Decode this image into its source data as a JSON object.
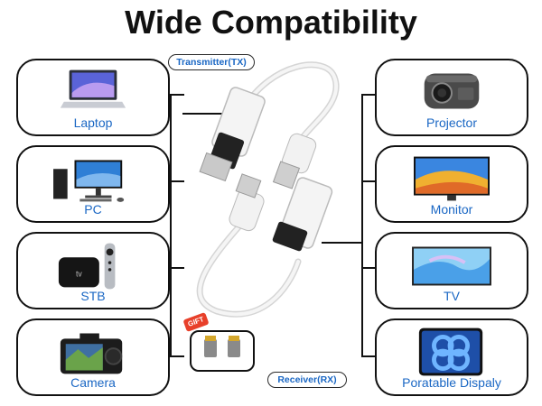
{
  "title": "Wide Compatibility",
  "labels": {
    "transmitter": "Transmitter(TX)",
    "receiver": "Receiver(RX)",
    "gift_badge": "GIFT"
  },
  "left_devices": [
    {
      "label": "Laptop",
      "icon": "laptop-icon"
    },
    {
      "label": "PC",
      "icon": "desktop-pc-icon"
    },
    {
      "label": "STB",
      "icon": "set-top-box-icon"
    },
    {
      "label": "Camera",
      "icon": "camera-icon"
    }
  ],
  "right_devices": [
    {
      "label": "Projector",
      "icon": "projector-icon"
    },
    {
      "label": "Monitor",
      "icon": "monitor-icon"
    },
    {
      "label": "TV",
      "icon": "tv-icon"
    },
    {
      "label": "Poratable Dispaly",
      "icon": "tablet-icon"
    }
  ],
  "colors": {
    "label_blue": "#1a67c4",
    "border": "#111111"
  }
}
